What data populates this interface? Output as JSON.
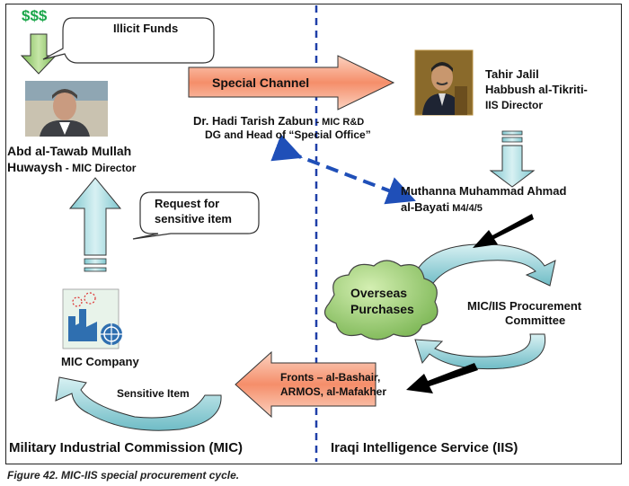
{
  "dollars": "$$$",
  "bubbles": {
    "illicit_funds": "Illicit Funds",
    "request_line1": "Request for",
    "request_line2": "sensitive item"
  },
  "special_channel": "Special Channel",
  "mic_director": {
    "name_line1": "Abd al-Tawab Mullah",
    "name_line2": "Huwaysh",
    "role": " - MIC Director"
  },
  "hadi": {
    "line1_name": "Dr. Hadi Tarish Zabun",
    "line1_role": " - MIC R&D",
    "line2": "DG and Head of “Special Office”"
  },
  "tahir": {
    "line1": "Tahir Jalil",
    "line2": "Habbush al-Tikriti-",
    "line3": "IIS Director"
  },
  "muthanna": {
    "line1": "Muthanna Muhammad Ahmad",
    "line2_name": "al-Bayati",
    "line2_code": " M4/4/5"
  },
  "overseas": {
    "line1": "Overseas",
    "line2": "Purchases"
  },
  "committee": {
    "line1": "MIC/IIS Procurement",
    "line2": "Committee"
  },
  "mic_company": "MIC Company",
  "sensitive_item": "Sensitive Item",
  "fronts": {
    "line1": "Fronts – al-Bashair,",
    "line2": "ARMOS, al-Mafakher"
  },
  "footer": {
    "left": "Military Industrial Commission (MIC)",
    "right": "Iraqi Intelligence Service (IIS)"
  },
  "caption": "Figure 42. MIC-IIS special procurement cycle.",
  "colors": {
    "teal_fill": "#aee0e6",
    "salmon_fill": "#f7a184",
    "green_fill": "#a7d47f",
    "divider_blue": "#1f3fa8",
    "dollar_green": "#1aa64a"
  }
}
